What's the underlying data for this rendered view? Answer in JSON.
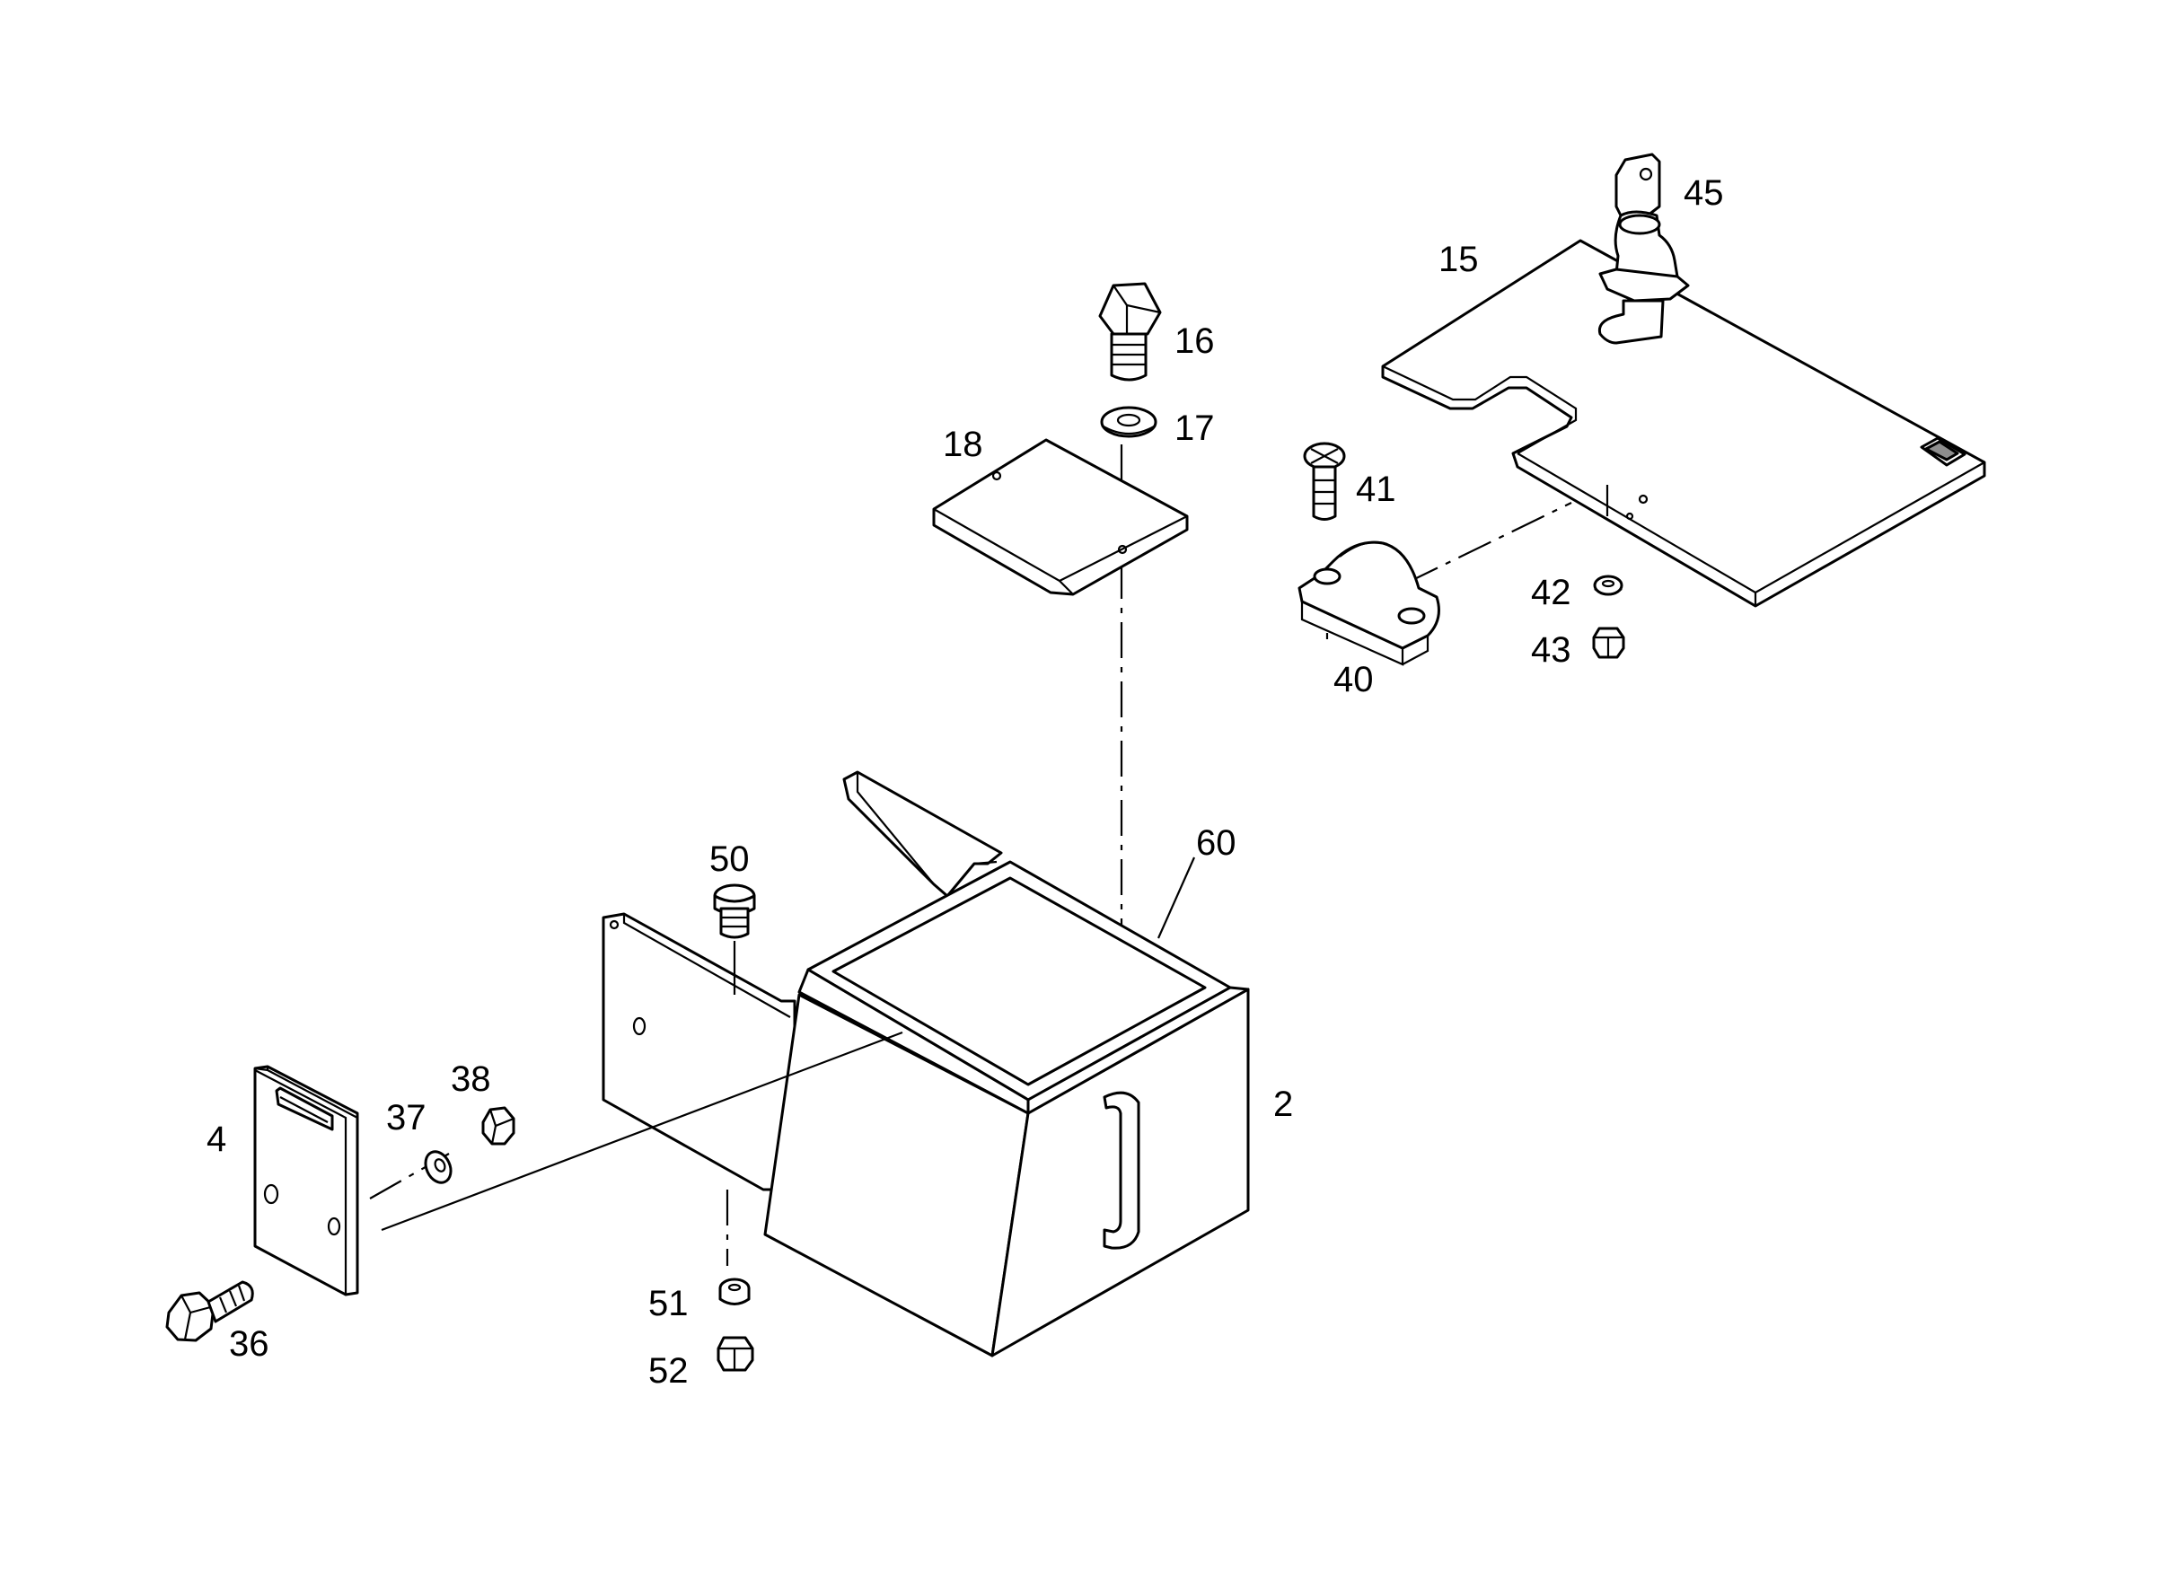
{
  "diagram": {
    "colors": {
      "line": "#000000",
      "fill": "#ffffff",
      "shade": "#8e8e8e"
    },
    "labels": {
      "p2": "2",
      "p4": "4",
      "p15": "15",
      "p16": "16",
      "p17": "17",
      "p18": "18",
      "p36": "36",
      "p37": "37",
      "p38": "38",
      "p40": "40",
      "p41": "41",
      "p42": "42",
      "p43": "43",
      "p45": "45",
      "p50": "50",
      "p51": "51",
      "p52": "52",
      "p60": "60"
    }
  }
}
